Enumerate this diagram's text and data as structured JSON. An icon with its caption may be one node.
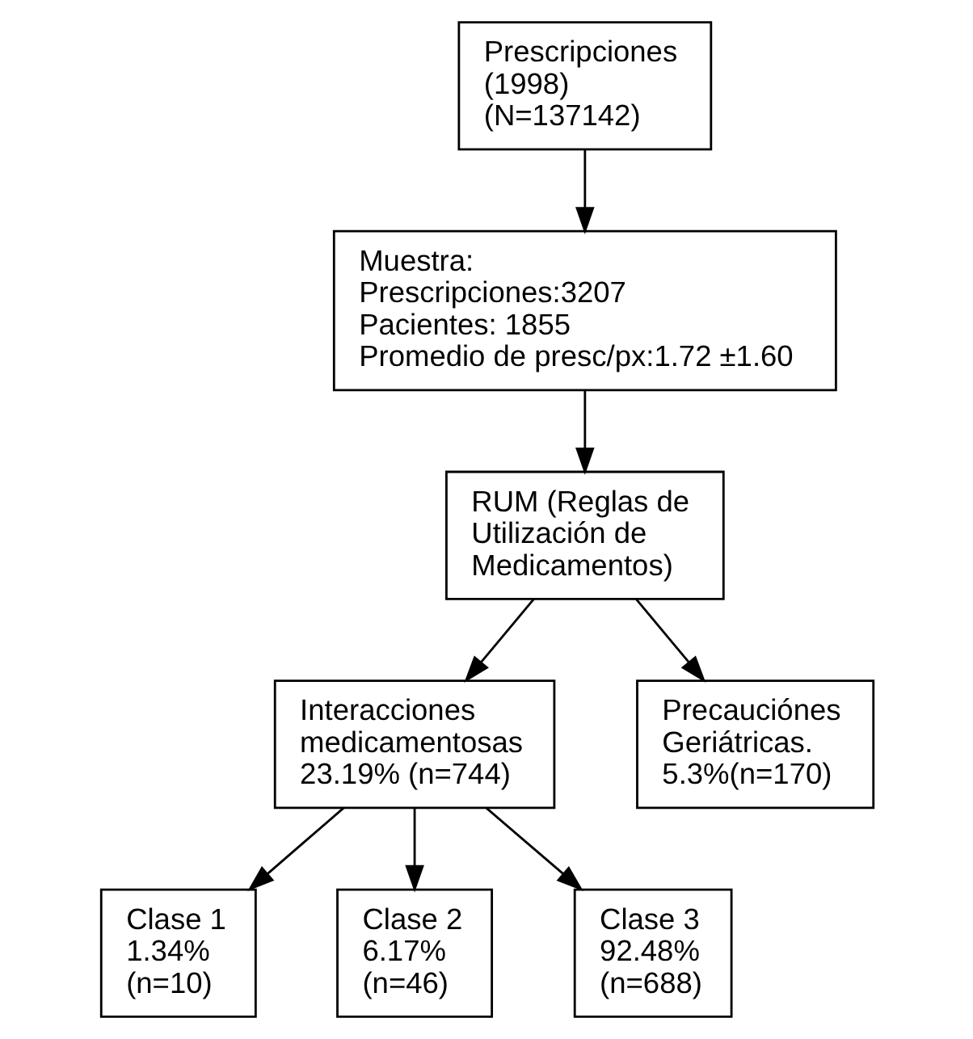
{
  "diagram": {
    "nodes": [
      {
        "text": [
          "Prescripciones (1998) (N=137142)"
        ]
      },
      {
        "text": [
          "Muestra:",
          "Prescripciones:3207",
          "Pacientes: 1855",
          "Promedio de presc/px:1.72 ±1.60"
        ]
      },
      {
        "text": [
          "RUM (Reglas de Utilización de Medicamentos)"
        ]
      },
      {
        "text": [
          "Interacciones medicamentosas 23.19% (n=744)"
        ]
      },
      {
        "text": [
          "Precauciónes Geriátricas. 5.3%(n=170)"
        ]
      },
      {
        "text": [
          "Clase 1 1.34% (n=10)"
        ]
      },
      {
        "text": [
          "Clase 2 6.17% (n=46)"
        ]
      },
      {
        "text": [
          "Clase 3 92.48% (n=688)"
        ]
      }
    ],
    "edges": [
      {
        "from": 0,
        "to": 1,
        "arrow": "to"
      },
      {
        "from": 1,
        "to": 2,
        "arrow": "to"
      },
      {
        "from": 2,
        "to": 3,
        "arrow": "to"
      },
      {
        "from": 2,
        "to": 4,
        "arrow": "to"
      },
      {
        "from": 3,
        "to": 5,
        "arrow": "to"
      },
      {
        "from": 3,
        "to": 6,
        "arrow": "to"
      },
      {
        "from": 3,
        "to": 7,
        "arrow": "to"
      }
    ]
  }
}
